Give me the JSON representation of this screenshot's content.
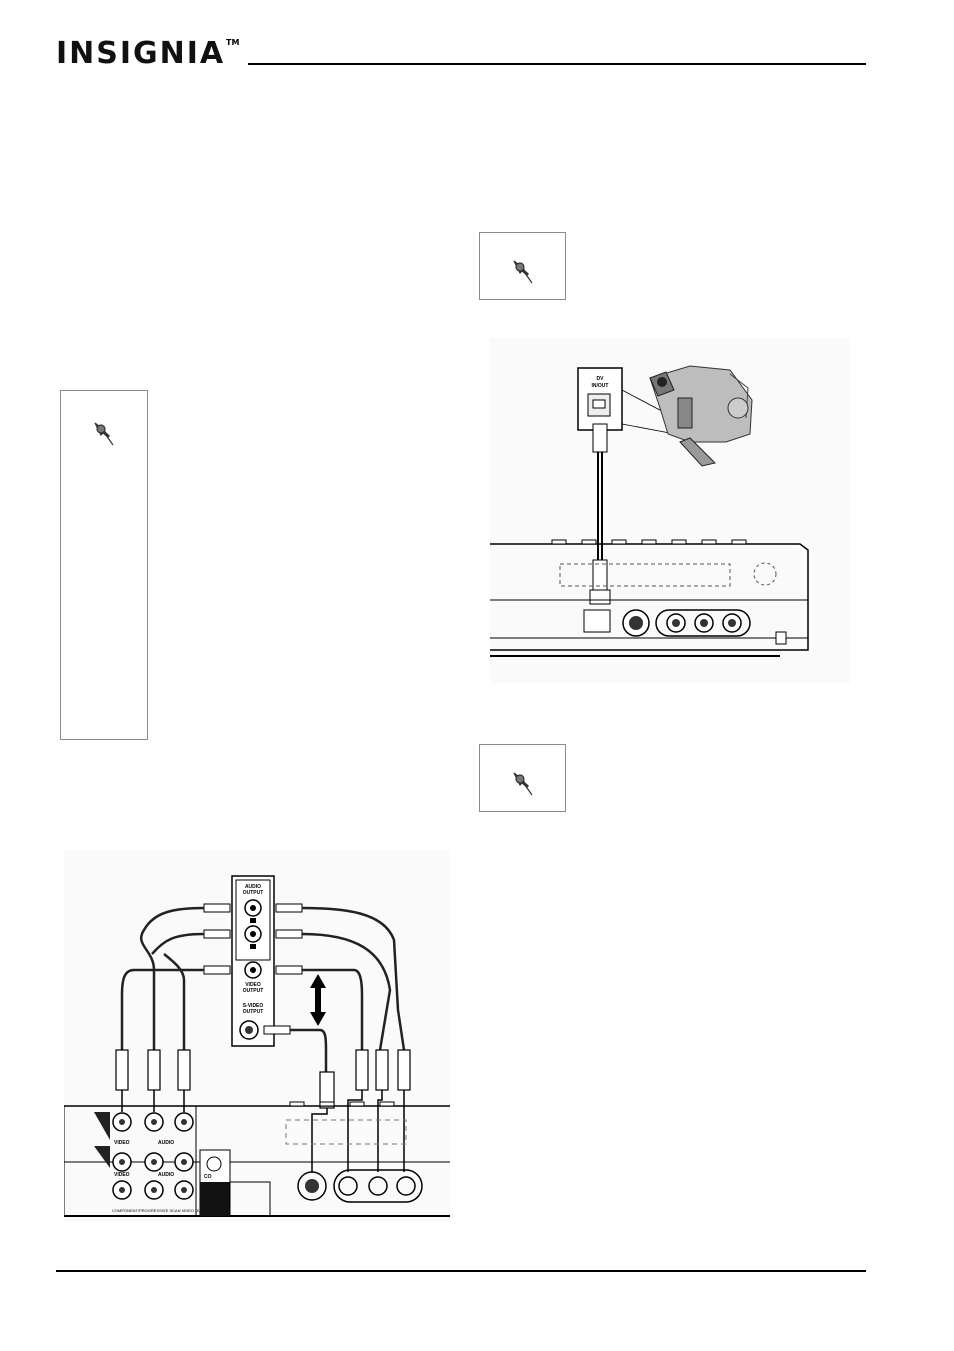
{
  "header": {
    "brand": "INSIGNIA",
    "trademark": "TM"
  },
  "figure_dv": {
    "jack_label_1": "DV",
    "jack_label_2": "IN/OUT"
  },
  "figure_tv": {
    "audio_output_1": "AUDIO",
    "audio_output_2": "OUTPUT",
    "video_output_1": "VIDEO",
    "video_output_2": "OUTPUT",
    "svideo_output_1": "S-VIDEO",
    "svideo_output_2": "OUTPUT",
    "label_video": "VIDEO",
    "label_audio": "AUDIO",
    "label_component": "COMPONENT/PROGRESSIVE SCAN VIDEO OUT",
    "label_co": "CO"
  },
  "icons": {
    "note": "pushpin-icon",
    "camcorder": "camcorder-icon"
  }
}
